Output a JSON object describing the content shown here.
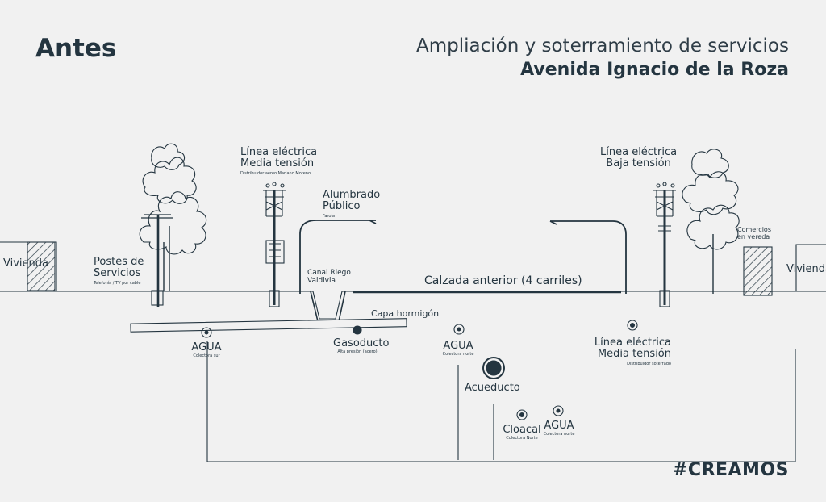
{
  "header": {
    "title": "Antes",
    "subtitle_line1": "Ampliación y soterramiento de servicios",
    "subtitle_line2": "Avenida Ignacio de la Roza"
  },
  "labels": {
    "vivienda_left": "Vivienda",
    "vivienda_right": "Vivienda",
    "postes_line1": "Postes de",
    "postes_line2": "Servicios",
    "postes_note": "Telefonía / TV por cable",
    "linea_mt_line1": "Línea eléctrica",
    "linea_mt_line2": "Media tensión",
    "linea_mt_note": "Distribuidor aéreo Mariano Moreno",
    "alumbrado_line1": "Alumbrado",
    "alumbrado_line2": "Público",
    "alumbrado_note": "Farola",
    "canal_line1": "Canal Riego",
    "canal_line2": "Valdivia",
    "calzada": "Calzada anterior (4 carriles)",
    "linea_bt_line1": "Línea eléctrica",
    "linea_bt_line2": "Baja tensión",
    "comercios_line1": "Comercios",
    "comercios_line2": "en vereda",
    "capa": "Capa hormigón",
    "agua_sur": "AGUA",
    "agua_sur_note": "Colectora sur",
    "gasoducto": "Gasoducto",
    "gasoducto_note": "Alta presión (acero)",
    "agua_norte": "AGUA",
    "agua_norte_note": "Colectora norte",
    "linea_mt_sot_line1": "Línea eléctrica",
    "linea_mt_sot_line2": "Media tensión",
    "linea_mt_sot_note": "Distribuidor soterrado",
    "acueducto": "Acueducto",
    "cloacal": "Cloacal",
    "cloacal_note": "Colectora Norte",
    "agua_norte2": "AGUA",
    "agua_norte2_note": "Colectora norte"
  },
  "footer": {
    "hashtag": "#CREAMOS"
  },
  "colors": {
    "ink": "#243540",
    "background": "#f1f1f1"
  }
}
